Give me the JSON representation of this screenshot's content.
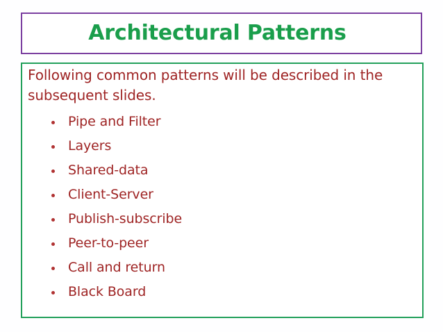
{
  "slide": {
    "background_color": "#fefeff",
    "title": {
      "text": "Architectural Patterns",
      "color": "#1A9E4B",
      "border_color": "#7B3FA0"
    },
    "content": {
      "border_color": "#22A05A",
      "text_color": "#9E2323",
      "bullet_color": "#B03232",
      "intro_line_1": "Following common patterns will be described in the",
      "intro_line_2": "subsequent slides.",
      "bullets": [
        {
          "label": "Pipe and Filter"
        },
        {
          "label": "Layers"
        },
        {
          "label": "Shared-data"
        },
        {
          "label": "Client-Server"
        },
        {
          "label": "Publish-subscribe"
        },
        {
          "label": "Peer-to-peer"
        },
        {
          "label": "Call and return"
        },
        {
          "label": "Black Board"
        }
      ]
    }
  }
}
